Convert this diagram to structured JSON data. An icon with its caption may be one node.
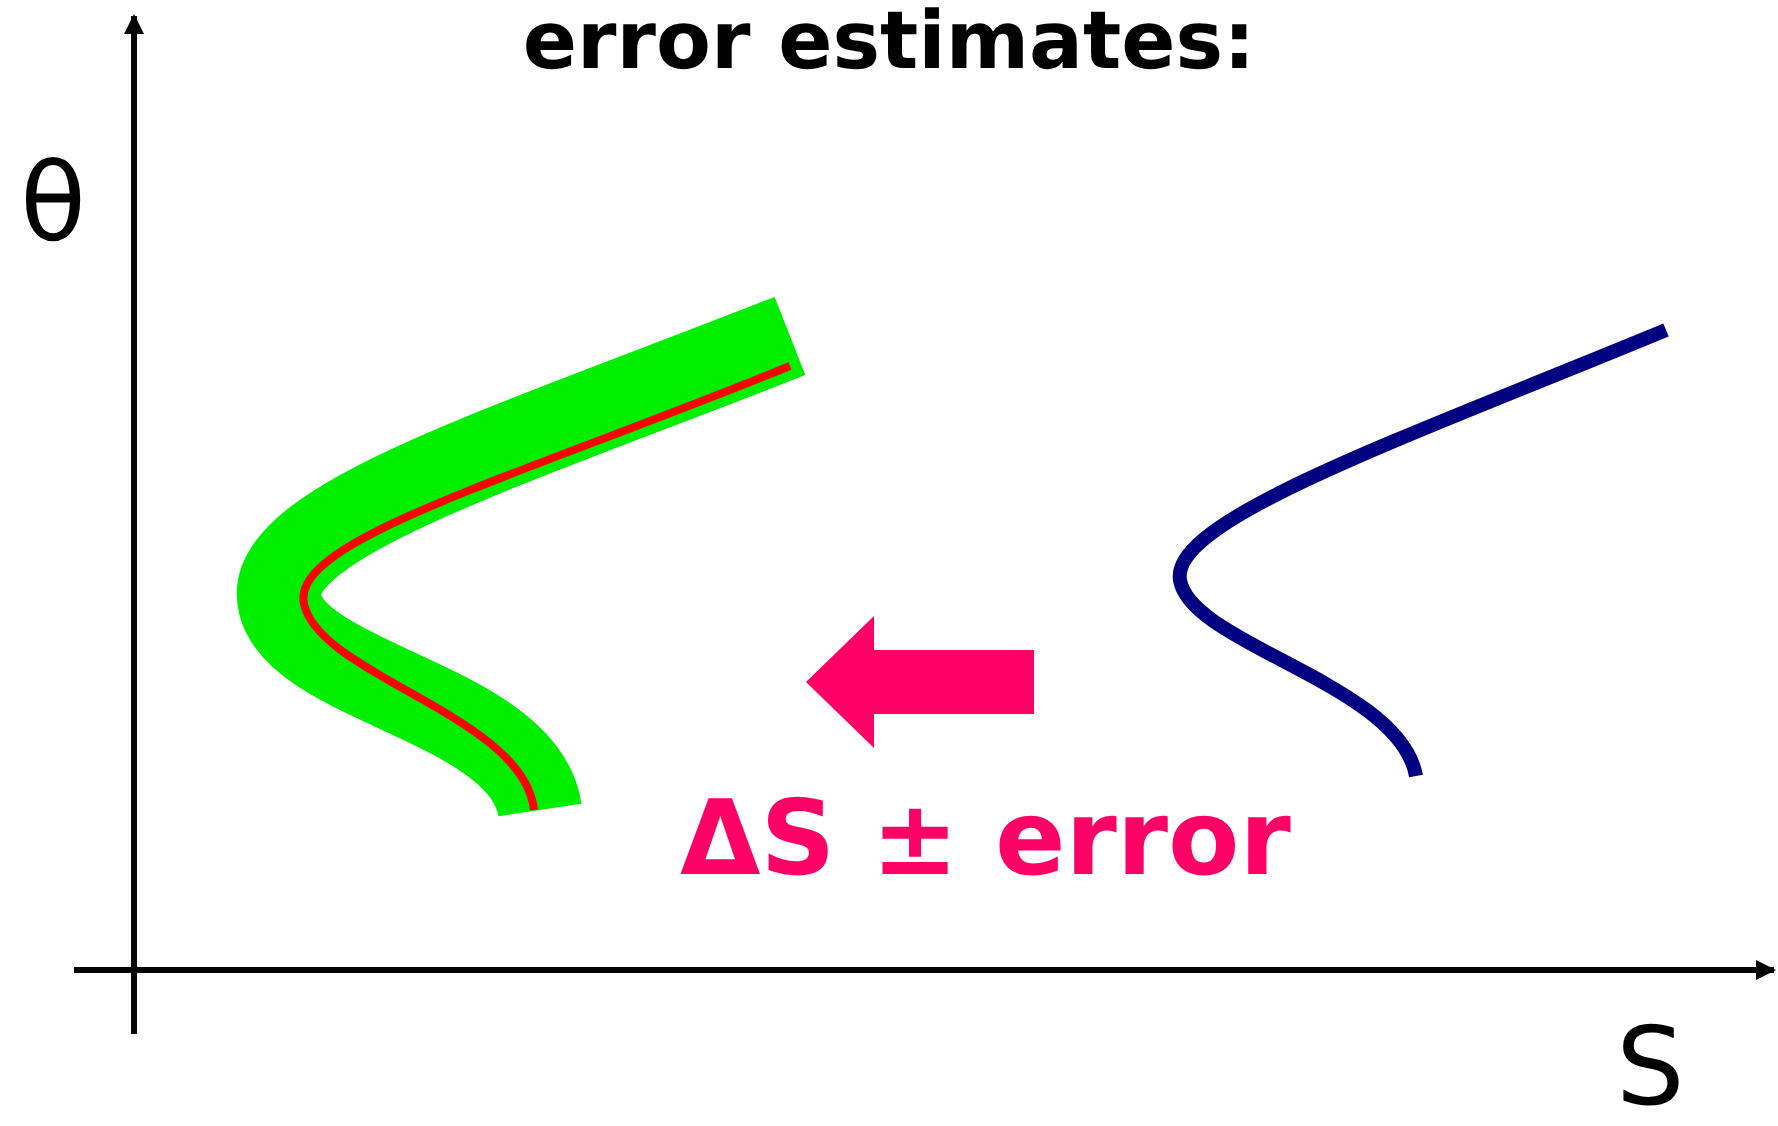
{
  "diagram": {
    "title": "error estimates:",
    "labels": [
      "θ",
      "ΔS ± error",
      "S"
    ]
  }
}
